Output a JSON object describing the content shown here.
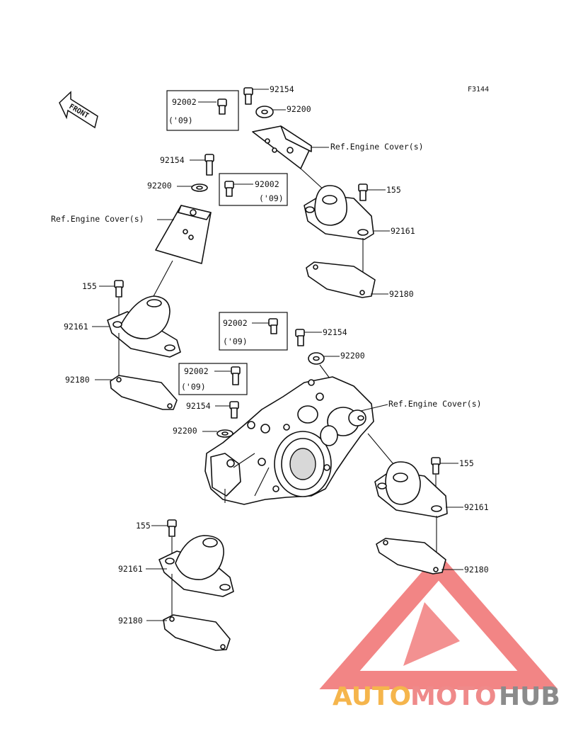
{
  "figure_code": "F3144",
  "front_arrow": "FRONT",
  "labels": {
    "p92154": "92154",
    "p92200": "92200",
    "p92002": "92002",
    "p155": "155",
    "p92161": "92161",
    "p92180": "92180",
    "ref_engine_cover": "Ref.Engine Cover(s)",
    "year_note": "('09)"
  },
  "watermark": {
    "part1": "AUTO",
    "part2": "MOTO",
    "part3": "HUB",
    "colors": {
      "auto": "#f5b54c",
      "moto": "#ef8a8a",
      "hub": "#8b8b8b",
      "triangle": "#f07070"
    }
  }
}
